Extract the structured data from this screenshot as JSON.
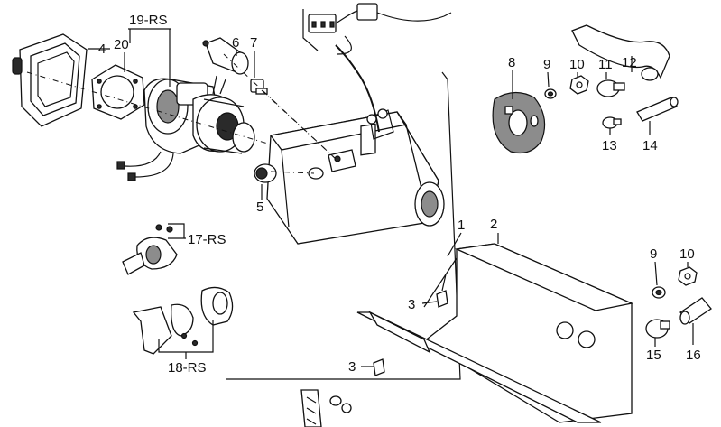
{
  "diagram": {
    "callouts": [
      {
        "id": "c1",
        "text": "1"
      },
      {
        "id": "c2",
        "text": "2"
      },
      {
        "id": "c3a",
        "text": "3"
      },
      {
        "id": "c3b",
        "text": "3"
      },
      {
        "id": "c4",
        "text": "4"
      },
      {
        "id": "c5",
        "text": "5"
      },
      {
        "id": "c6",
        "text": "6"
      },
      {
        "id": "c7",
        "text": "7"
      },
      {
        "id": "c8",
        "text": "8"
      },
      {
        "id": "c9a",
        "text": "9"
      },
      {
        "id": "c9b",
        "text": "9"
      },
      {
        "id": "c10a",
        "text": "10"
      },
      {
        "id": "c10b",
        "text": "10"
      },
      {
        "id": "c11",
        "text": "11"
      },
      {
        "id": "c12",
        "text": "12"
      },
      {
        "id": "c13",
        "text": "13"
      },
      {
        "id": "c14",
        "text": "14"
      },
      {
        "id": "c15",
        "text": "15"
      },
      {
        "id": "c16",
        "text": "16"
      },
      {
        "id": "c17",
        "text": "17-RS"
      },
      {
        "id": "c18",
        "text": "18-RS"
      },
      {
        "id": "c19",
        "text": "19-RS"
      },
      {
        "id": "c20",
        "text": "20"
      }
    ]
  }
}
